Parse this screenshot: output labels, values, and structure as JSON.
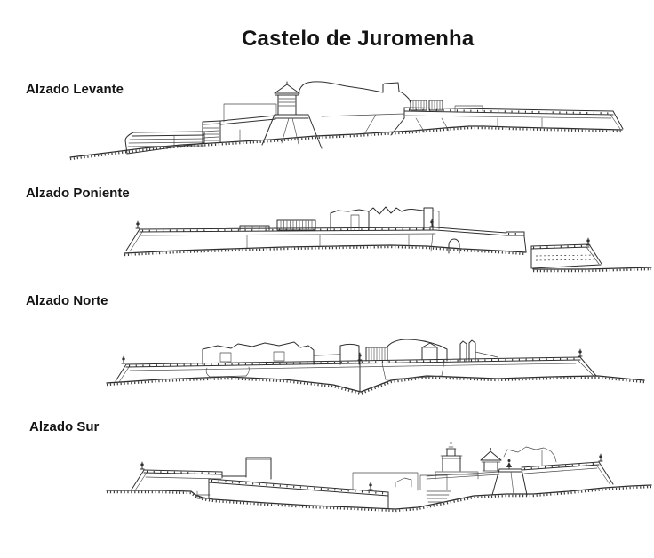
{
  "title": "Castelo de Juromenha",
  "sections": [
    {
      "id": "levante",
      "label": "Alzado Levante"
    },
    {
      "id": "poniente",
      "label": "Alzado Poniente"
    },
    {
      "id": "norte",
      "label": "Alzado Norte"
    },
    {
      "id": "sur",
      "label": "Alzado Sur"
    }
  ],
  "colors": {
    "ink": "#2f2f2f",
    "background": "#ffffff"
  }
}
